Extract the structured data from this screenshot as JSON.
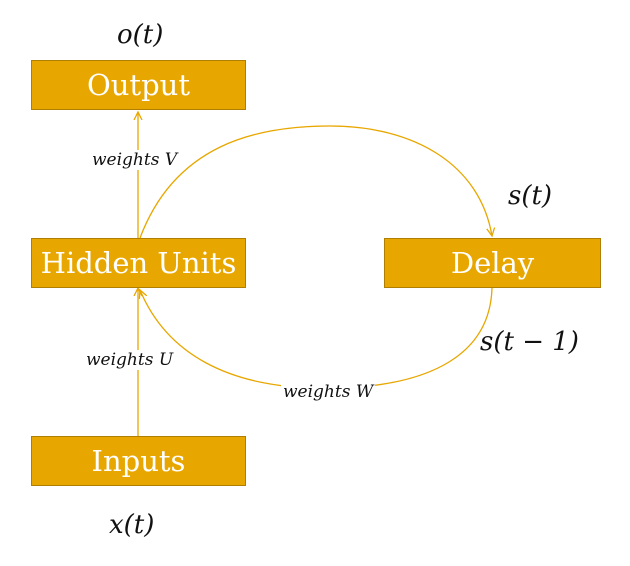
{
  "nodes": {
    "output": "Output",
    "hidden": "Hidden Units",
    "inputs": "Inputs",
    "delay": "Delay"
  },
  "signals": {
    "output": "o(t)",
    "state": "s(t)",
    "state_prev": "s(t − 1)",
    "input": "x(t)"
  },
  "edges": {
    "weights_v": "weights V",
    "weights_u": "weights U",
    "weights_w": "weights W"
  },
  "colors": {
    "node_fill": "#E8A700",
    "arrow": "#E8A700",
    "node_text": "#ffffff"
  }
}
